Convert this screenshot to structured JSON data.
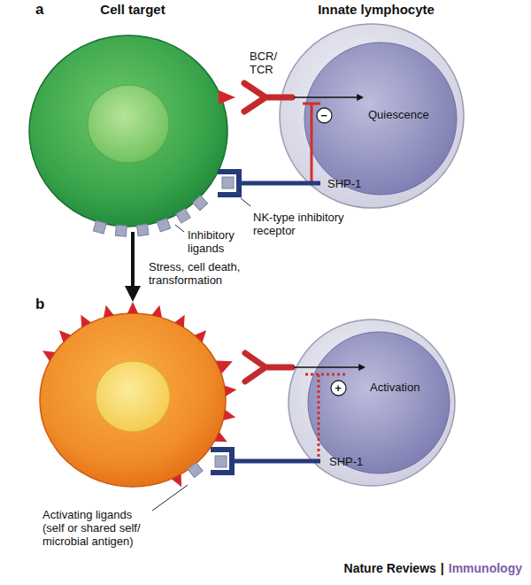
{
  "diagram": {
    "nodes": [
      {
        "text": [
          "Quiescence",
          "SHP-1"
        ]
      },
      {
        "text": [
          "−"
        ],
        "in": 0
      },
      {
        "text": [
          "Activation",
          "SHP-1"
        ]
      },
      {
        "text": [
          "+"
        ],
        "in": 2
      }
    ],
    "labels": [
      "a",
      "Cell target",
      "Innate lymphocyte",
      "BCR/ TCR",
      "NK-type inhibitory receptor",
      "Inhibitory ligands",
      "Stress, cell death, transformation",
      "b",
      "Activating ligands (self or shared self/ microbial antigen)",
      "Nature Reviews",
      "|",
      "Immunology"
    ]
  }
}
